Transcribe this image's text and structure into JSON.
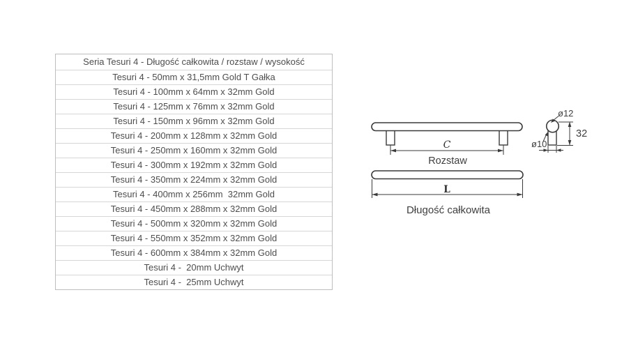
{
  "page": {
    "background_color": "#ffffff",
    "table_border_color": "#bdbdbd",
    "table_text_color": "#4d4d4d",
    "drawing_line_color": "#3a3a3a",
    "drawing_text_color": "#3f3f3f"
  },
  "table": {
    "header": "Seria Tesuri 4 - Długość całkowita / rozstaw / wysokość",
    "rows": [
      "Tesuri 4 - 50mm x 31,5mm Gold T Gałka",
      "Tesuri 4 - 100mm x 64mm x 32mm Gold",
      "Tesuri 4 - 125mm x 76mm x 32mm Gold",
      "Tesuri 4 - 150mm x 96mm x 32mm Gold",
      "Tesuri 4 - 200mm x 128mm x 32mm Gold",
      "Tesuri 4 - 250mm x 160mm x 32mm Gold",
      "Tesuri 4 - 300mm x 192mm x 32mm Gold",
      "Tesuri 4 - 350mm x 224mm x 32mm Gold",
      "Tesuri 4 - 400mm x 256mm  32mm Gold",
      "Tesuri 4 - 450mm x 288mm x 32mm Gold",
      "Tesuri 4 - 500mm x 320mm x 32mm Gold",
      "Tesuri 4 - 550mm x 352mm x 32mm Gold",
      "Tesuri 4 - 600mm x 384mm x 32mm Gold",
      "Tesuri 4 -  20mm Uchwyt",
      "Tesuri 4 -  25mm Uchwyt"
    ]
  },
  "drawing": {
    "spacing_letter": "C",
    "spacing_label": "Rozstaw",
    "length_letter": "L",
    "length_label": "Długość całkowita",
    "top_diameter_label": "ø12",
    "leg_diameter_label": "ø10",
    "height_value": "32"
  }
}
